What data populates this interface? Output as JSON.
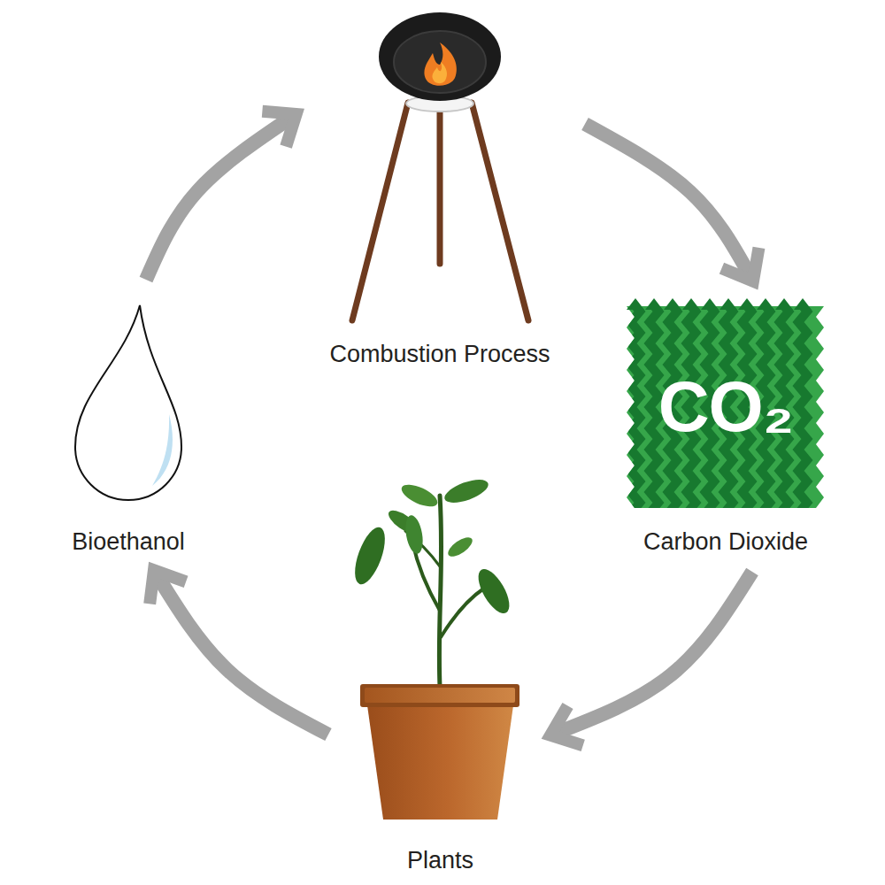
{
  "diagram": {
    "nodes": [
      {
        "text": [
          "Combustion Process"
        ]
      },
      {
        "text": [
          "CO₂",
          "Carbon Dioxide"
        ]
      },
      {
        "text": [
          "Plants"
        ]
      },
      {
        "text": [
          "Bioethanol"
        ]
      }
    ],
    "edges": [
      {
        "from": 0,
        "to": 1,
        "arrow": "to"
      },
      {
        "from": 1,
        "to": 2,
        "arrow": "to"
      },
      {
        "from": 2,
        "to": 3,
        "arrow": "to"
      },
      {
        "from": 3,
        "to": 0,
        "arrow": "to"
      }
    ]
  }
}
